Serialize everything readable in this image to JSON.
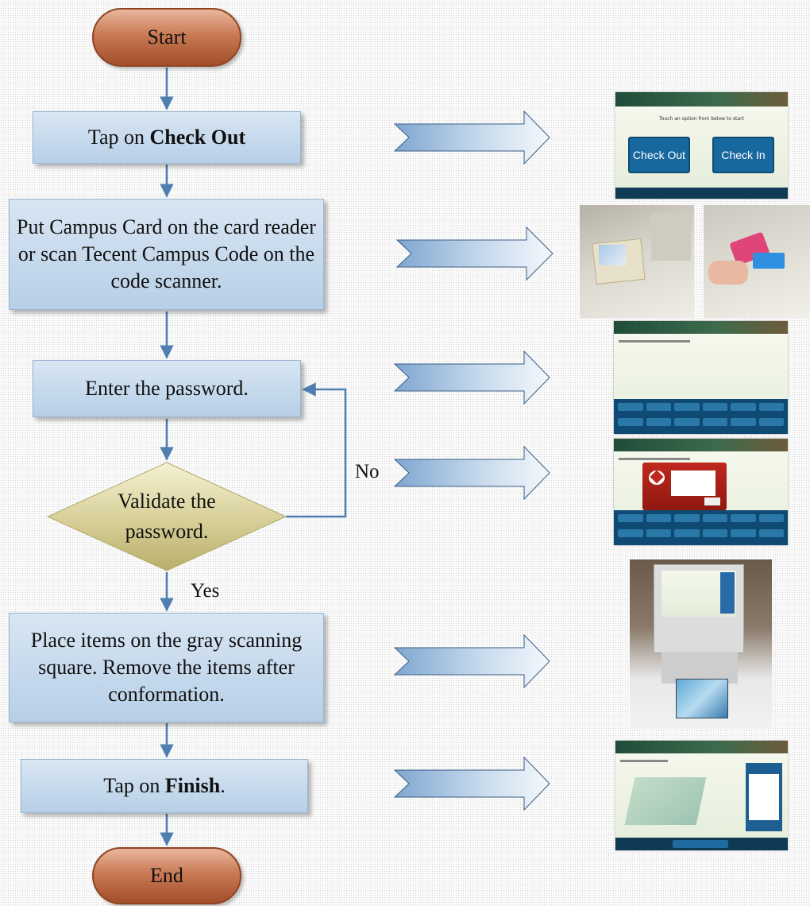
{
  "flow": {
    "start": "Start",
    "step1_prefix": "Tap on ",
    "step1_bold": "Check Out",
    "step2": "Put Campus Card on the card reader or scan Tecent Campus Code on the code scanner.",
    "step3": "Enter the password.",
    "decision": "Validate the password.",
    "no_label": "No",
    "yes_label": "Yes",
    "step4": "Place items on the gray scanning square. Remove the items after conformation.",
    "step5_prefix": "Tap on ",
    "step5_bold": "Finish",
    "step5_suffix": ".",
    "end": "End"
  },
  "screens": {
    "checkout": {
      "prompt": "Touch an option from below to start",
      "check_out": "Check Out",
      "check_in": "Check In"
    }
  },
  "colors": {
    "terminal": "#c97a55",
    "process": "#b7cfe7",
    "decision": "#d6cf9a",
    "connector": "#4f7fb0"
  }
}
